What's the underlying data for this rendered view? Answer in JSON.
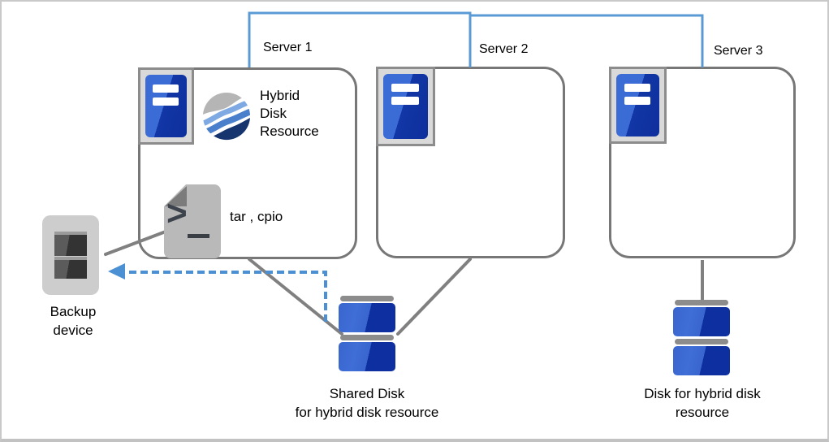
{
  "figure": {
    "servers": [
      {
        "label": "Server 1"
      },
      {
        "label": "Server 2"
      },
      {
        "label": "Server 3"
      }
    ],
    "server1": {
      "resource_label": "Hybrid\nDisk\nResource",
      "tools_label": "tar , cpio",
      "prompt_glyph": ">"
    },
    "backup_device": {
      "label": "Backup\ndevice"
    },
    "shared_disk": {
      "label": "Shared Disk\nfor hybrid disk resource"
    },
    "hybrid_disk": {
      "label": "Disk for hybrid disk\nresource"
    },
    "icons": {
      "server_tower": "server-tower-icon",
      "hybrid_disk_resource": "wave-sphere-icon",
      "script_file": "terminal-script-icon",
      "backup_device": "tape-drive-icon",
      "disk_stack": "disk-stack-icon"
    },
    "colors": {
      "interconnect_blue": "#5b9bd5",
      "dashed_arrow_blue": "#4a90d2",
      "connector_gray": "#808080",
      "box_border_gray": "#777777",
      "disk_blue_light": "#3866ce",
      "disk_blue_dark": "#0e2f9f",
      "icon_frame_gray": "#d9d9d9"
    }
  }
}
